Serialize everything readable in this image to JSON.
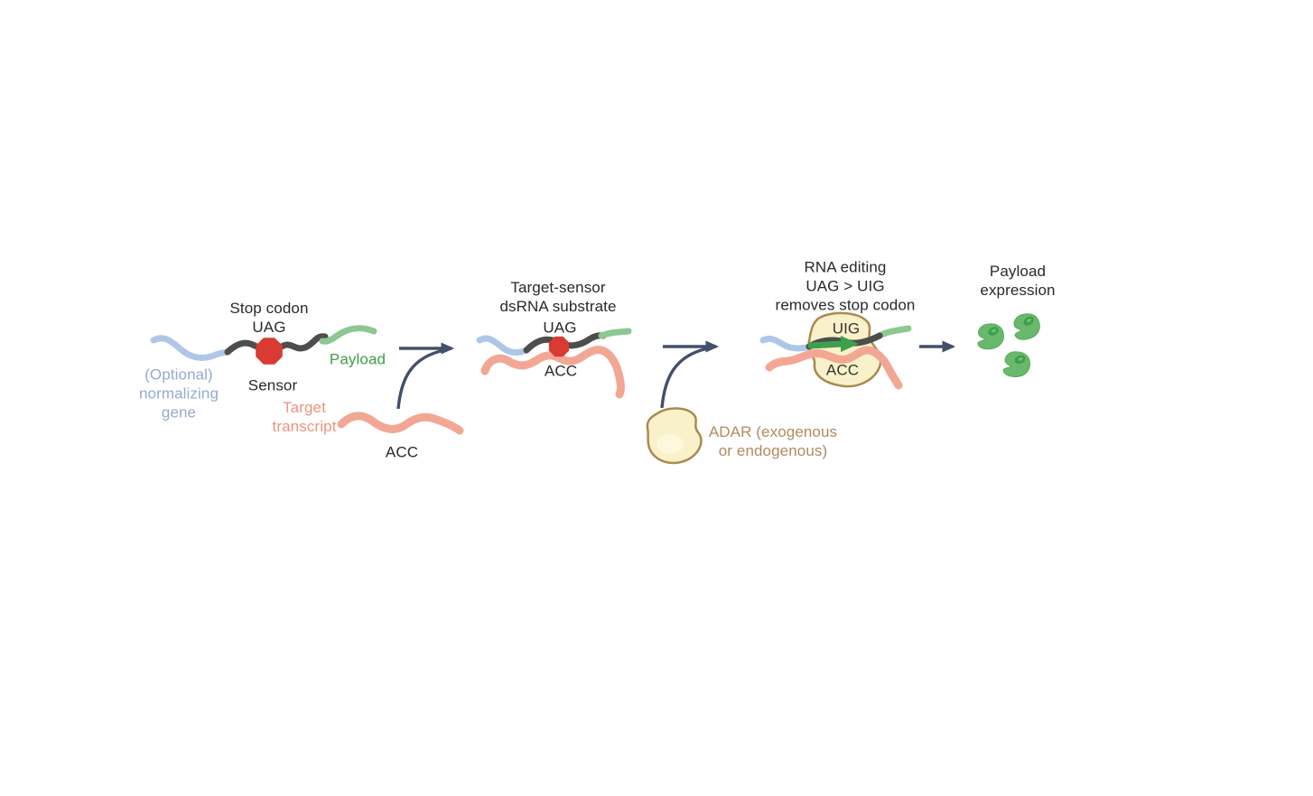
{
  "figure": {
    "description": "ADAR RNA-editing sensor mechanism schematic, four steps left to right",
    "palette": {
      "normalizing_gene_blue": "#aec7e8",
      "blue_label_text": "#96a9d4",
      "sensor_dark_gray": "#4d4d4b",
      "stop_sign_red": "#d93a32",
      "payload_green_line": "#8cc88f",
      "green_label_text": "#3f9e49",
      "target_salmon_line": "#f2a795",
      "salmon_label_text": "#ec9480",
      "flow_arrow_navy": "#42506a",
      "adar_cream_fill": "#f9f1ca",
      "adar_outline_brown": "#aa8a50",
      "adar_label_text": "#b28a5e",
      "protein_green": "#69b96c",
      "edit_arrow_green": "#3da14b",
      "label_black": "#29292b"
    },
    "step1": {
      "stop_codon_label": "Stop codon\nUAG",
      "sensor_label": "Sensor",
      "normalizing_gene_label": "(Optional)\nnormalizing\ngene",
      "payload_label": "Payload",
      "target_transcript_label": "Target\ntranscript",
      "target_codon": "ACC"
    },
    "step2": {
      "title": "Target-sensor\ndsRNA substrate",
      "sensor_codon": "UAG",
      "target_codon": "ACC"
    },
    "step3": {
      "title": "RNA editing\nUAG > UIG\nremoves stop codon",
      "edited_codon": "UIG",
      "target_codon": "ACC",
      "adar_label": "ADAR (exogenous\nor endogenous)"
    },
    "step4": {
      "title": "Payload\nexpression"
    }
  }
}
